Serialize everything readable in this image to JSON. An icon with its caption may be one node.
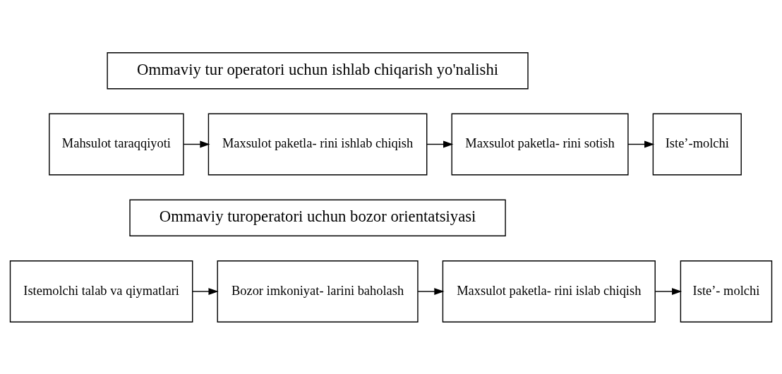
{
  "diagram": {
    "nodes": [
      {
        "text": [
          "Ommaviy tur operatori uchun ishlab chiqarish yo'nalishi"
        ]
      },
      {
        "text": [
          "Mahsulot taraqqiyoti"
        ]
      },
      {
        "text": [
          "Maxsulot paketla- rini ishlab chiqish"
        ]
      },
      {
        "text": [
          "Maxsulot paketla- rini sotish"
        ]
      },
      {
        "text": [
          "Iste’-molchi"
        ]
      },
      {
        "text": [
          "Ommaviy turoperatori uchun bozor orientatsiyasi"
        ]
      },
      {
        "text": [
          "Istemolchi talab va qiymatlari"
        ]
      },
      {
        "text": [
          "Bozor imkoniyat- larini baholash"
        ]
      },
      {
        "text": [
          "Maxsulot paketla- rini islab chiqish"
        ]
      },
      {
        "text": [
          "Iste’- molchi"
        ]
      }
    ],
    "edges": [
      {
        "from": 1,
        "to": 2,
        "arrow": "to"
      },
      {
        "from": 2,
        "to": 3,
        "arrow": "to"
      },
      {
        "from": 3,
        "to": 4,
        "arrow": "to"
      },
      {
        "from": 6,
        "to": 7,
        "arrow": "to"
      },
      {
        "from": 7,
        "to": 8,
        "arrow": "to"
      },
      {
        "from": 8,
        "to": 9,
        "arrow": "to"
      }
    ]
  }
}
